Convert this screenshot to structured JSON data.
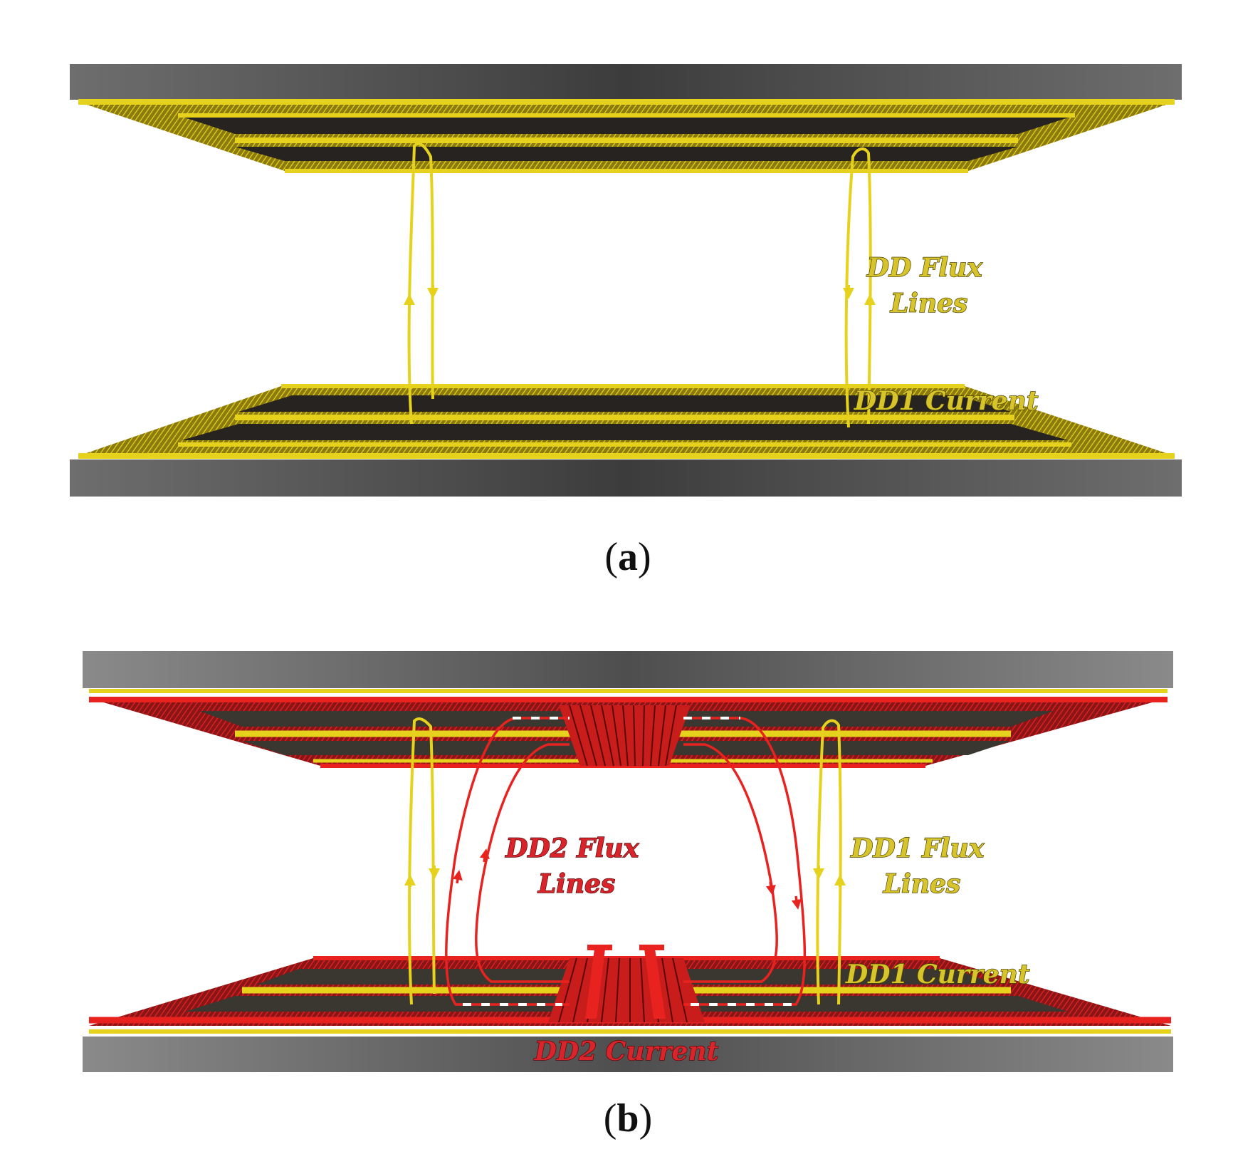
{
  "panel_a": {
    "flux_label_line1": "DD Flux",
    "flux_label_line2": "Lines",
    "current_label": "DD1 Current",
    "caption_letter": "a"
  },
  "panel_b": {
    "dd2_flux_label_line1": "DD2 Flux",
    "dd2_flux_label_line2": "Lines",
    "dd1_flux_label_line1": "DD1 Flux",
    "dd1_flux_label_line2": "Lines",
    "dd1_current_label": "DD1 Current",
    "dd2_current_label": "DD2 Current",
    "caption_letter": "b"
  },
  "colors": {
    "plate": "#5a5a5a",
    "coil_dd1": "#e6d21c",
    "coil_dd2": "#e8231f",
    "coil_dark": "#2a2722"
  }
}
